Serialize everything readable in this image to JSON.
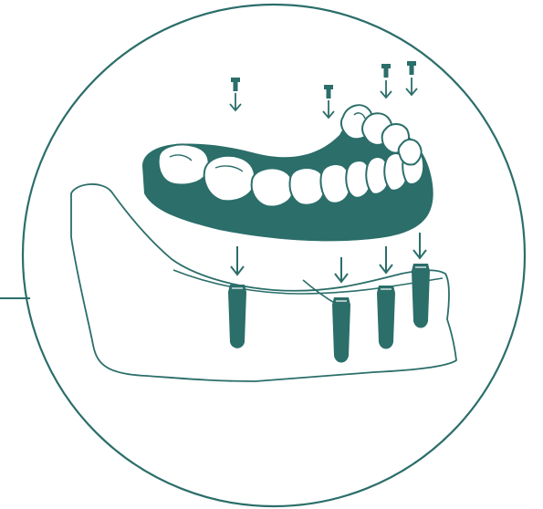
{
  "figure": {
    "subject": "implant-supported-denture-illustration",
    "colors": {
      "primary": "#2b6e6a",
      "outline": "#245e5c",
      "background": "#ffffff",
      "tooth_fill": "#ffffff"
    },
    "counts": {
      "implant_posts": 4,
      "insertion_arrows": 4,
      "retaining_screws": 4,
      "teeth": 13
    },
    "icons": {
      "screw": "screw-icon",
      "arrow": "down-arrow-icon",
      "implant": "implant-post-icon"
    }
  }
}
